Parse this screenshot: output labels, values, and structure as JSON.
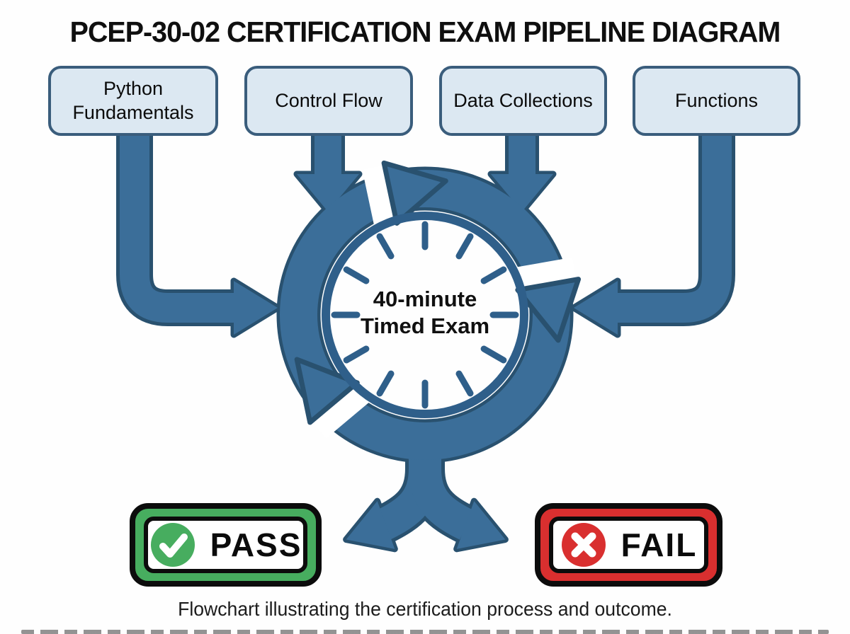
{
  "title": "PCEP-30-02 CERTIFICATION EXAM PIPELINE DIAGRAM",
  "modules": [
    {
      "label": "Python Fundamentals"
    },
    {
      "label": "Control Flow"
    },
    {
      "label": "Data Collections"
    },
    {
      "label": "Functions"
    }
  ],
  "exam": {
    "line1": "40-minute",
    "line2": "Timed Exam",
    "symbol": "clock-cycle-icon"
  },
  "outcomes": {
    "pass": {
      "label": "PASS",
      "icon": "check-circle-icon"
    },
    "fail": {
      "label": "FAIL",
      "icon": "x-circle-icon"
    }
  },
  "caption": "Flowchart illustrating the certification process and outcome.",
  "colors": {
    "arrow_blue": "#3b6e99",
    "arrow_outline": "#29516f",
    "box_fill": "#dce8f2",
    "box_border": "#3a5d7c",
    "clock_stroke": "#2f5f8a",
    "pass_green": "#47ad5f",
    "fail_red": "#d92f2f",
    "text_black": "#0f0f0f"
  }
}
